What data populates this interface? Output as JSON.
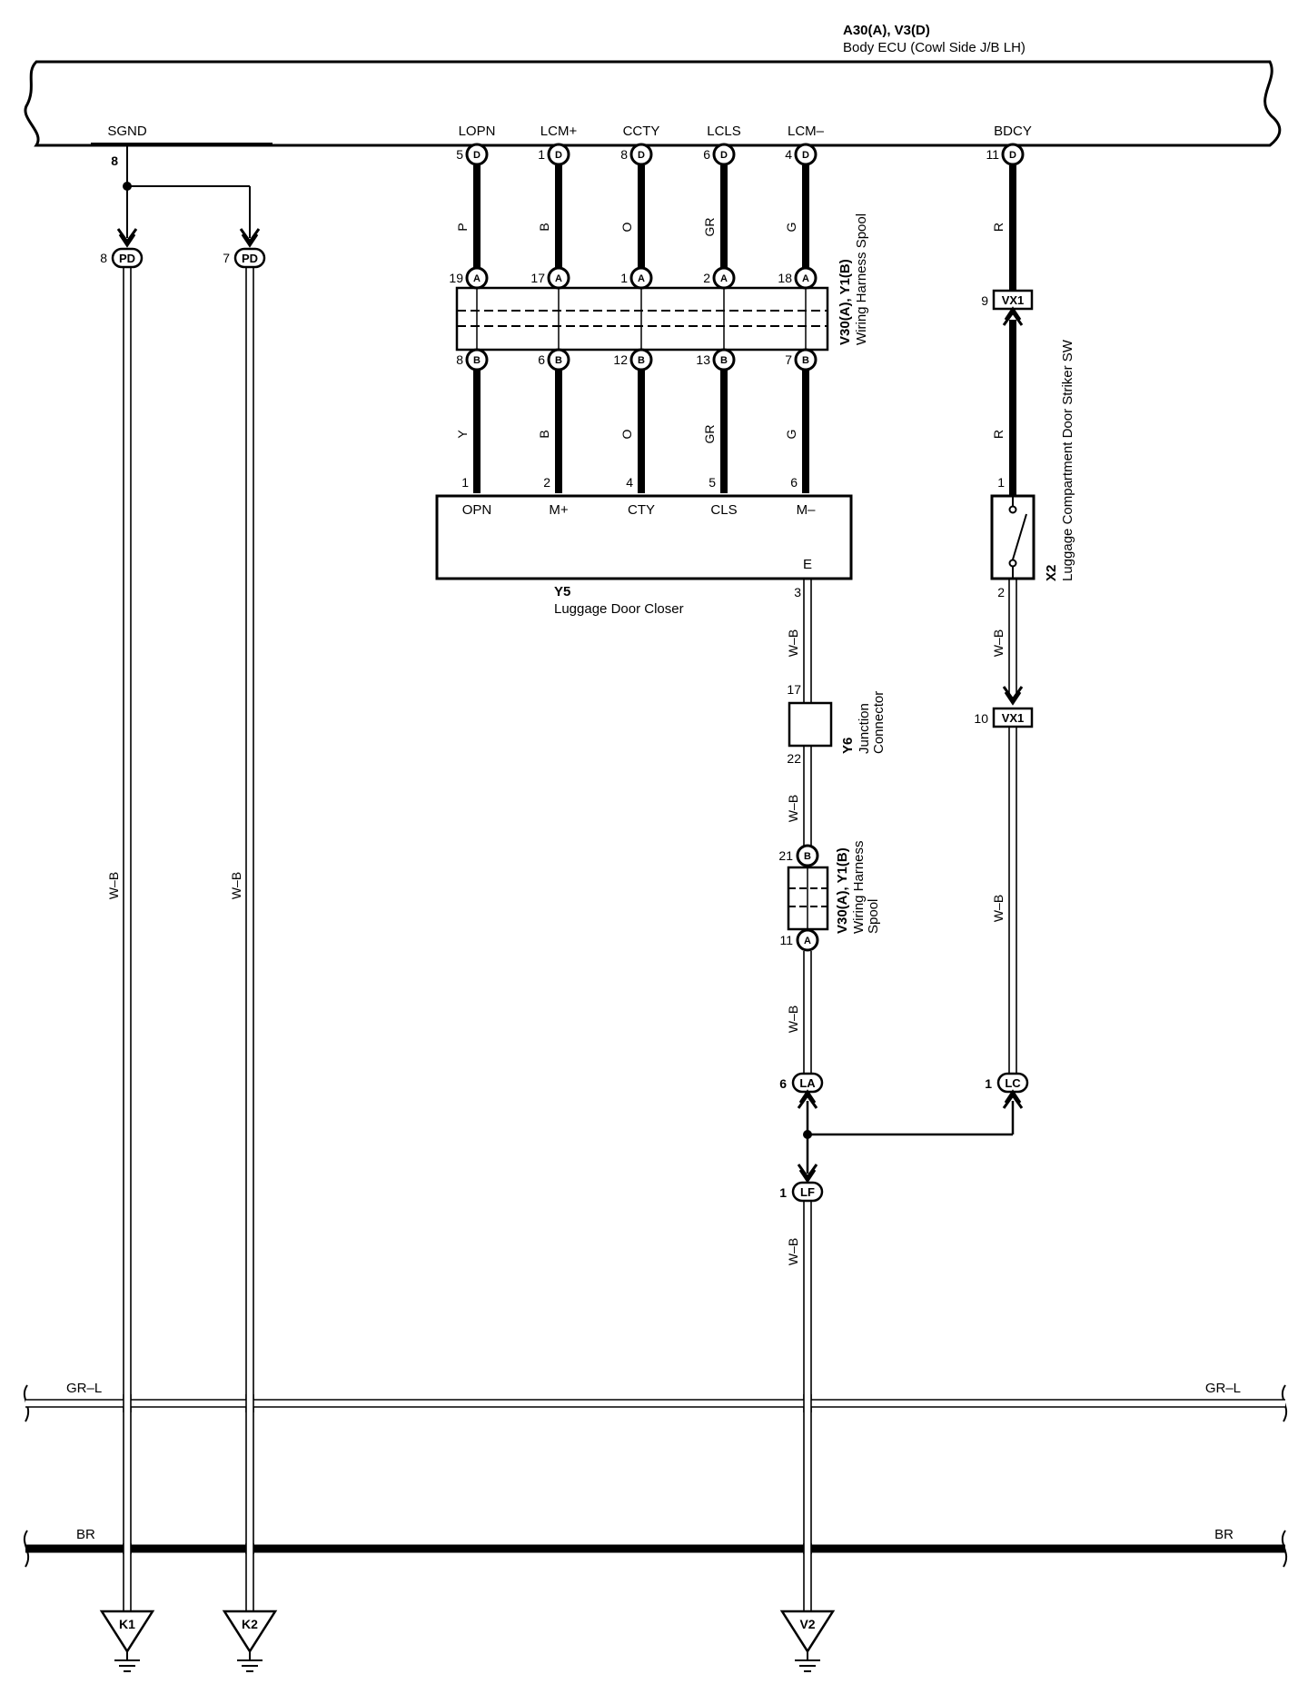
{
  "ecu": {
    "title": "A30(A), V3(D)",
    "subtitle": "Body ECU (Cowl Side J/B LH)",
    "terminals": [
      {
        "name": "SGND",
        "pin": "8"
      },
      {
        "name": "LOPN",
        "pin": "5"
      },
      {
        "name": "LCM+",
        "pin": "1"
      },
      {
        "name": "CCTY",
        "pin": "8"
      },
      {
        "name": "LCLS",
        "pin": "6"
      },
      {
        "name": "LCM–",
        "pin": "4"
      },
      {
        "name": "BDCY",
        "pin": "11"
      }
    ],
    "connector_letter": "D"
  },
  "pd": {
    "code": "PD",
    "left_pin": "8",
    "right_pin": "7"
  },
  "spool_top": {
    "title": "V30(A), Y1(B)",
    "subtitle": "Wiring Harness Spool",
    "a_pins": [
      "19",
      "17",
      "1",
      "2",
      "18"
    ],
    "b_pins": [
      "8",
      "6",
      "12",
      "13",
      "7"
    ],
    "a_letter": "A",
    "b_letter": "B"
  },
  "wire_upper": [
    "P",
    "B",
    "O",
    "GR",
    "G"
  ],
  "wire_lower": [
    "Y",
    "B",
    "O",
    "GR",
    "G"
  ],
  "closer": {
    "code": "Y5",
    "name": "Luggage Door Closer",
    "pins": [
      "1",
      "2",
      "4",
      "5",
      "6"
    ],
    "terminals": [
      "OPN",
      "M+",
      "CTY",
      "CLS",
      "M–"
    ],
    "e_label": "E",
    "e_pin": "3"
  },
  "junction": {
    "code": "Y6",
    "line1": "Junction",
    "line2": "Connector",
    "pin_top": "17",
    "pin_bottom": "22"
  },
  "spool_small": {
    "title": "V30(A), Y1(B)",
    "line2": "Wiring Harness",
    "line3": "Spool",
    "b_pin": "21",
    "a_pin": "11",
    "b_letter": "B",
    "a_letter": "A"
  },
  "vx1": {
    "code": "VX1",
    "top_pin": "9",
    "bottom_pin": "10"
  },
  "striker": {
    "code": "X2",
    "name": "Luggage Compartment Door Striker SW",
    "pin1": "1",
    "pin2": "2"
  },
  "wire_r": "R",
  "wire_wb": "W–B",
  "la": {
    "code": "LA",
    "pin": "6"
  },
  "lc": {
    "code": "LC",
    "pin": "1"
  },
  "lf": {
    "code": "LF",
    "pin": "1"
  },
  "bus_grl": "GR–L",
  "bus_br": "BR",
  "grounds": [
    "K1",
    "K2",
    "V2"
  ]
}
